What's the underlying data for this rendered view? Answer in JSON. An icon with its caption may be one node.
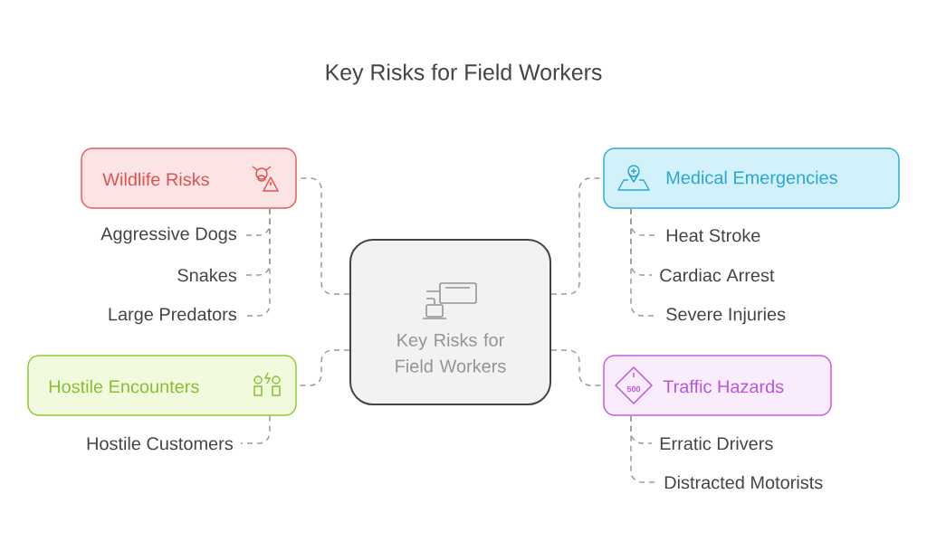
{
  "diagram": {
    "title": "Key Risks for Field Workers",
    "nodes": [
      {
        "text": [
          "Key Risks for Field Workers"
        ]
      },
      {
        "text": [
          "Wildlife Risks"
        ]
      },
      {
        "text": [
          "Aggressive Dogs"
        ]
      },
      {
        "text": [
          "Snakes"
        ]
      },
      {
        "text": [
          "Large Predators"
        ]
      },
      {
        "text": [
          "Medical Emergencies"
        ]
      },
      {
        "text": [
          "Heat Stroke"
        ]
      },
      {
        "text": [
          "Cardiac Arrest"
        ]
      },
      {
        "text": [
          "Severe Injuries"
        ]
      },
      {
        "text": [
          "Hostile Encounters"
        ]
      },
      {
        "text": [
          "Hostile Customers"
        ]
      },
      {
        "text": [
          "Traffic Hazards"
        ]
      },
      {
        "text": [
          "Erratic Drivers"
        ]
      },
      {
        "text": [
          "Distracted Motorists"
        ]
      }
    ],
    "edges": [
      {
        "from": 0,
        "to": 1,
        "arrow": "none"
      },
      {
        "from": 0,
        "to": 5,
        "arrow": "none"
      },
      {
        "from": 0,
        "to": 9,
        "arrow": "none"
      },
      {
        "from": 0,
        "to": 11,
        "arrow": "none"
      },
      {
        "from": 1,
        "to": 2,
        "arrow": "none"
      },
      {
        "from": 1,
        "to": 3,
        "arrow": "none"
      },
      {
        "from": 1,
        "to": 4,
        "arrow": "none"
      },
      {
        "from": 5,
        "to": 6,
        "arrow": "none"
      },
      {
        "from": 5,
        "to": 7,
        "arrow": "none"
      },
      {
        "from": 5,
        "to": 8,
        "arrow": "none"
      },
      {
        "from": 9,
        "to": 10,
        "arrow": "none"
      },
      {
        "from": 11,
        "to": 12,
        "arrow": "none"
      },
      {
        "from": 11,
        "to": 13,
        "arrow": "none"
      }
    ],
    "labels": [
      "500"
    ]
  }
}
